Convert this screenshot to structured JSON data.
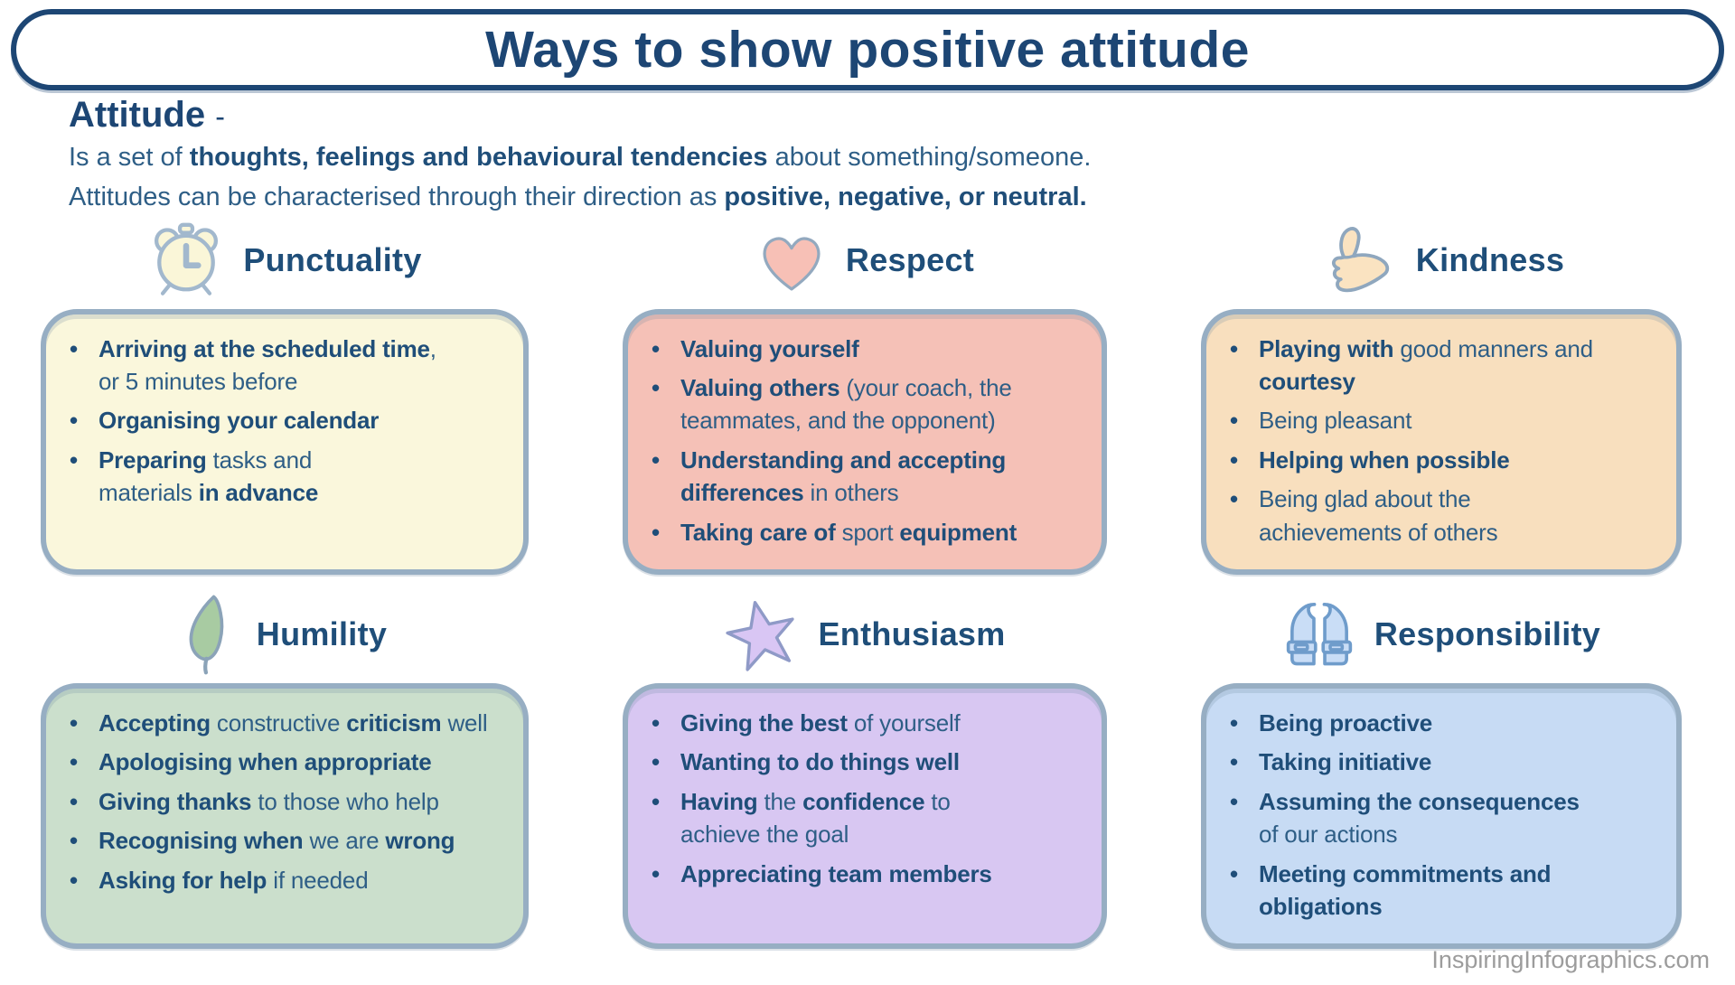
{
  "title": {
    "text": "Ways to show positive attitude"
  },
  "intro": {
    "heading": "Attitude",
    "dash": "-",
    "lines": [
      "Is a set of **thoughts, feelings and behavioural tendencies** about something/someone.",
      "Attitudes can be characterised through their direction as **positive, negative, or neutral.**"
    ]
  },
  "theme": {
    "navy": "#1F4E79",
    "title": "#1D4674",
    "text": "#2E5E86",
    "box_border": "#97AEC3",
    "credit": "#9C9C9C"
  },
  "sections": [
    {
      "id": "punctuality",
      "title": "Punctuality",
      "icon": "alarm-clock-icon",
      "colors": {
        "box": "#FAF7DC",
        "icon_fill": "#FAF6D8",
        "icon_stroke": "#A2B8CD"
      },
      "bullets": [
        "**Arriving at the scheduled time**,\nor 5 minutes before",
        "**Organising your calendar**",
        "**Preparing** tasks and\nmaterials **in advance**"
      ]
    },
    {
      "id": "respect",
      "title": "Respect",
      "icon": "heart-icon",
      "colors": {
        "box": "#F5C1B7",
        "icon_fill": "#F7C0B6",
        "icon_stroke": "#93A9BF"
      },
      "bullets": [
        "**Valuing yourself**",
        "**Valuing others** (your coach, the\nteammates, and the opponent)",
        "**Understanding and accepting**\n**differences** in others",
        "**Taking care of** sport **equipment**"
      ]
    },
    {
      "id": "kindness",
      "title": "Kindness",
      "icon": "thumbs-up-icon",
      "colors": {
        "box": "#F8DFBE",
        "icon_fill": "#FAE3C1",
        "icon_stroke": "#8FA7BE"
      },
      "bullets": [
        "**Playing with** good manners and\n**courtesy**",
        "Being pleasant",
        "**Helping when possible**",
        "Being glad about the\nachievements of others"
      ]
    },
    {
      "id": "humility",
      "title": "Humility",
      "icon": "leaf-icon",
      "colors": {
        "box": "#CBDFCC",
        "icon_fill": "#A8CBA2",
        "icon_stroke": "#8BA3B8"
      },
      "bullets": [
        "**Accepting** constructive **criticism** well",
        "**Apologising when appropriate**",
        "**Giving thanks** to those who help",
        "**Recognising when** we are **wrong**",
        "**Asking for help** if needed"
      ]
    },
    {
      "id": "enthusiasm",
      "title": "Enthusiasm",
      "icon": "star-icon",
      "colors": {
        "box": "#D8C7F2",
        "icon_fill": "#D9C6F4",
        "icon_stroke": "#8F9AC7"
      },
      "bullets": [
        "**Giving the best** of yourself",
        "**Wanting to do things well**",
        "**Having** the **confidence** to\nachieve the goal",
        "**Appreciating team members**"
      ]
    },
    {
      "id": "responsibility",
      "title": "Responsibility",
      "icon": "life-vest-icon",
      "colors": {
        "box": "#C7DBF4",
        "icon_fill": "#C9DDF6",
        "icon_stroke": "#6F9CCB"
      },
      "bullets": [
        "**Being proactive**",
        "**Taking initiative**",
        "**Assuming the consequences**\nof our actions",
        "**Meeting commitments and obligations**"
      ]
    }
  ],
  "credit": "InspiringInfographics.com"
}
